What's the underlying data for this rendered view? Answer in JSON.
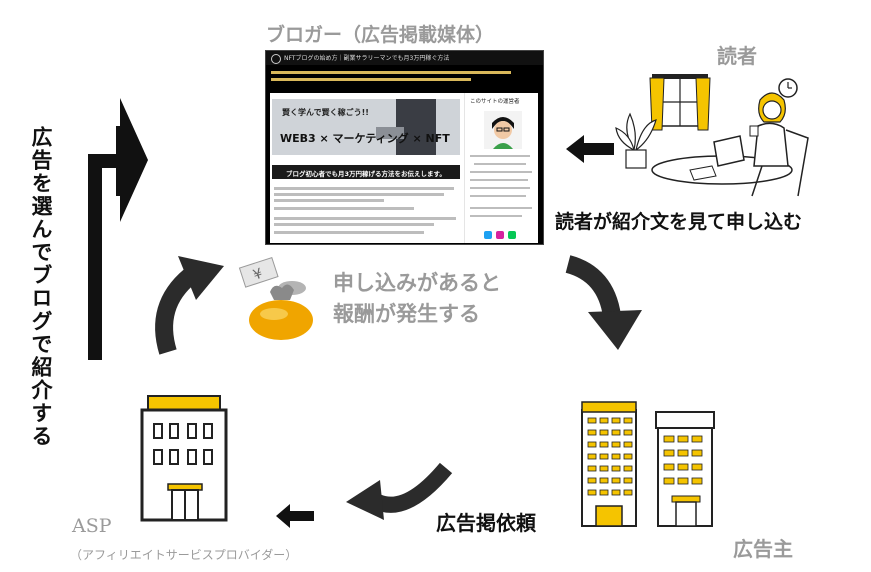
{
  "blogger": {
    "label": "ブロガー（広告掲載媒体）",
    "screen": {
      "header_title": "NFTブログの始め方｜副業サラリーマンでも月3万円稼ぐ方法",
      "hero_top": "賢く学んで賢く稼ごう!!",
      "hero_bottom": "WEB3 × マーケティング × NFT",
      "article_title": "ブログ初心者でも月3万円稼げる方法をお伝えします。",
      "sidebar_title": "このサイトの運営者"
    }
  },
  "reader": {
    "label": "読者",
    "action": "読者が紹介文を見て申し込む"
  },
  "reward": {
    "line1": "申し込みがあると",
    "line2": "報酬が発生する"
  },
  "left_side": {
    "vertical_text": "広告を選んでブログで紹介する"
  },
  "advertiser": {
    "label": "広告主",
    "request": "広告掲依頼"
  },
  "asp": {
    "label": "ASP",
    "sublabel": "（アフィリエイトサービスプロバイダー）"
  },
  "colors": {
    "accent_yellow": "#f5c400",
    "arrow_dark": "#2b2b2b",
    "label_gray": "#9a9a9a",
    "coin_gold": "#f0a500"
  },
  "icons": [
    "reader-illustration-icon",
    "advertiser-buildings-icon",
    "asp-building-icon",
    "money-bag-icon",
    "yen-card-icon"
  ]
}
